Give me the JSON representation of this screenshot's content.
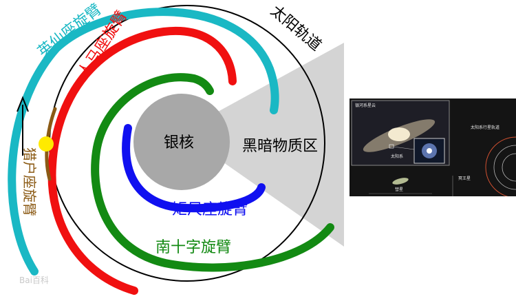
{
  "labels": {
    "perseus_arm": "英仙座旋臂",
    "sagittarius_arm": "人马座旋臂",
    "orion_arm": "猎户座旋臂",
    "norma_arm": "矩尺座旋臂",
    "crux_arm": "南十字旋臂",
    "galactic_core": "银核",
    "dark_matter_zone": "黑暗物质区",
    "solar_orbit": "太阳轨道"
  },
  "inset": {
    "nebula_label": "银河系星云",
    "sun_system_label": "太阳系",
    "orbit_label": "太阳系行星轨道",
    "comet_label": "彗星",
    "pluto_label": "冥王星"
  },
  "watermark": "Bai百科",
  "colors": {
    "perseus": "#1ab8c4",
    "sagittarius": "#f01010",
    "crux": "#138a13",
    "norma": "#1010f0",
    "orion": "#8b5a14",
    "core": "#a8a8a8",
    "sun": "#ffea00",
    "dark_zone": "#d4d4d4"
  }
}
